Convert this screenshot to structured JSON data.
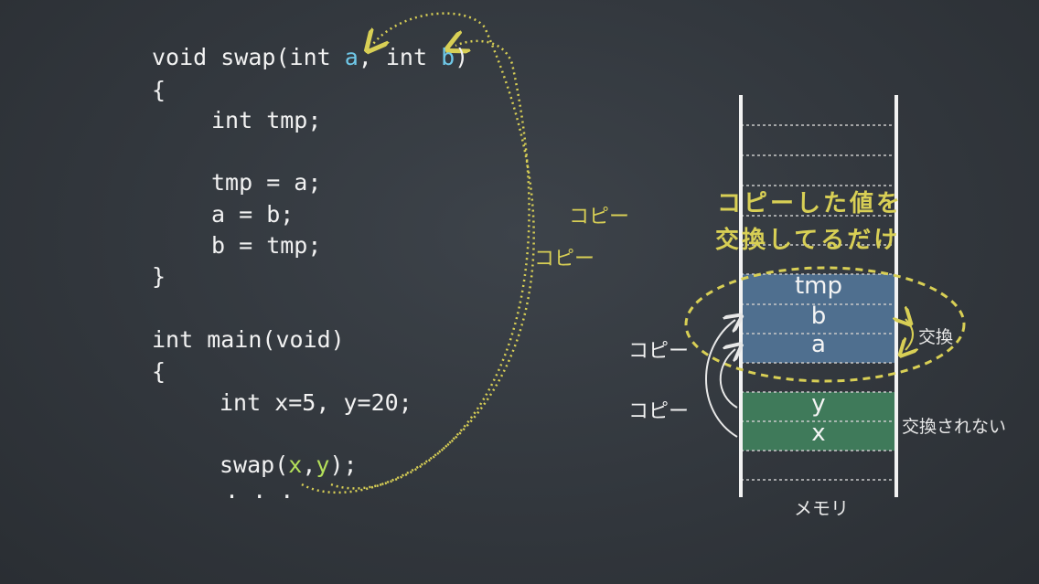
{
  "code": {
    "swap_sig_1": "void swap(int ",
    "swap_param_a": "a",
    "swap_sig_2": ", int ",
    "swap_param_b": "b",
    "swap_sig_3": ")",
    "open_brace_1": "{",
    "decl_tmp": "int tmp;",
    "stmt_1": "tmp = a;",
    "stmt_2": "a = b;",
    "stmt_3": "b = tmp;",
    "close_brace_1": "}",
    "main_sig": "int main(void)",
    "open_brace_2": "{",
    "decl_xy": "int x=5, y=20;",
    "call_1": "swap(",
    "call_x": "x",
    "call_comma": ",",
    "call_y": "y",
    "call_2": ");",
    "ellipsis": ". . ."
  },
  "annotations": {
    "copy_label": "コピー",
    "note_line_1": "コピーした値を",
    "note_line_2": "交換してるだけ",
    "swap_label": "交換",
    "not_swapped_label": "交換されない",
    "memory_label": "メモリ"
  },
  "memory": {
    "cells": [
      "tmp",
      "b",
      "a",
      "y",
      "x"
    ]
  },
  "colors": {
    "background": "#32373d",
    "param_highlight": "#6fc8e8",
    "arg_highlight": "#b4e05a",
    "annotation_yellow": "#d8cf55",
    "cell_blue": "#4f6f8f",
    "cell_green": "#3f7a5a"
  }
}
